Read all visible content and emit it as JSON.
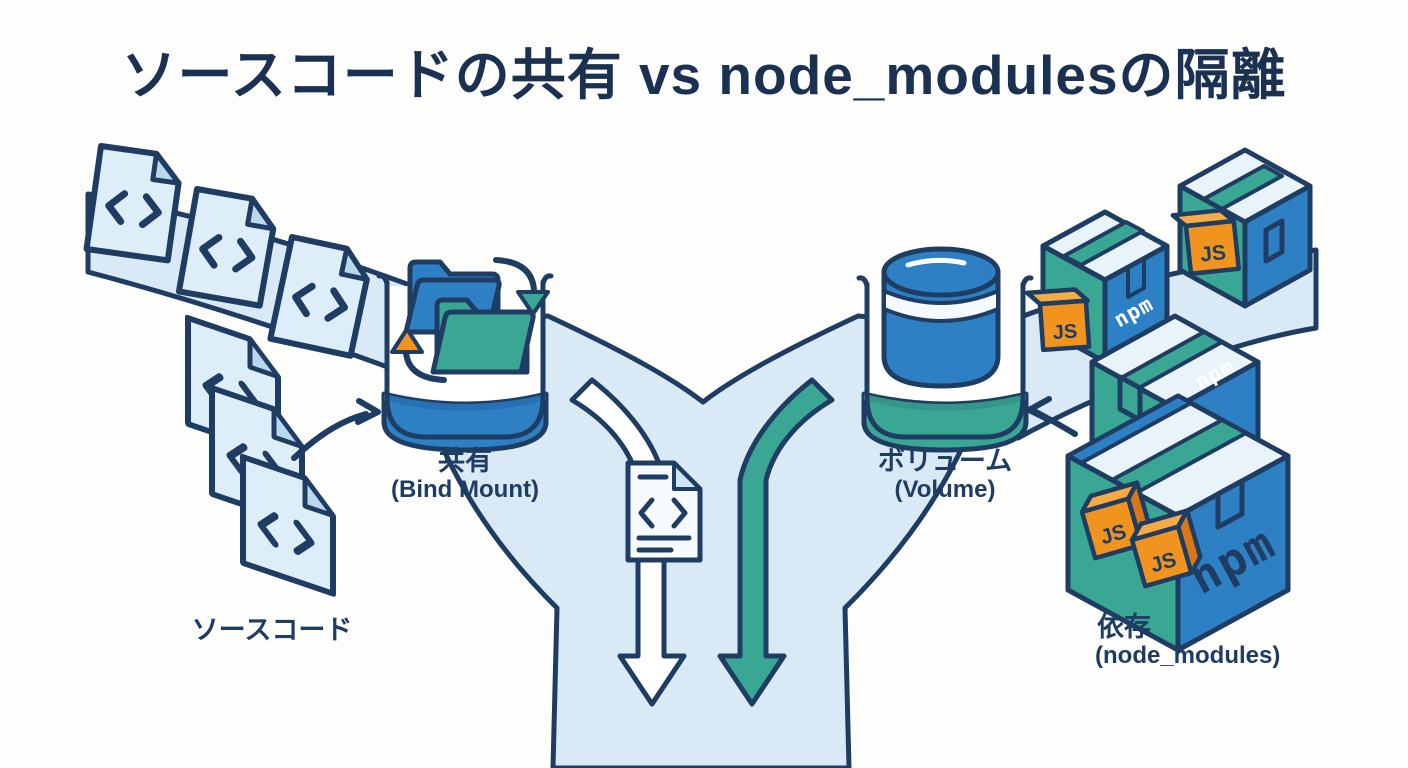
{
  "title": "ソースコードの共有 vs node_modulesの隔離",
  "labels": {
    "source_code": "ソースコード",
    "bind_mount": "共有",
    "bind_mount_sub": "(Bind Mount)",
    "volume": "ボリューム",
    "volume_sub": "(Volume)",
    "node_modules": "依存",
    "node_modules_sub": "(node_modules)"
  },
  "badges": {
    "npm": "npm",
    "js": "JS"
  },
  "colors": {
    "outline_navy": "#1F3D63",
    "blue": "#2E80C5",
    "teal": "#3AA795",
    "orange": "#F0941F",
    "light_blue": "#D9EAF6",
    "paper_blue": "#DDEEF8",
    "title_navy": "#1B3152",
    "background": "#FDFDFB"
  }
}
